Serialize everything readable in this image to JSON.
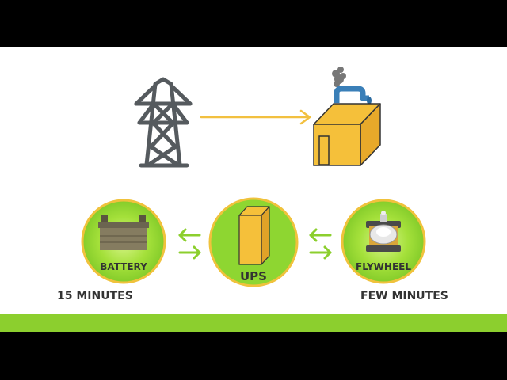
{
  "colors": {
    "letterbox": "#000000",
    "canvas": "#ffffff",
    "accent_green": "#8ccf2e",
    "arrow_green": "#8ccf2e",
    "arrow_yellow": "#f2c040",
    "building_yellow": "#f5c03a",
    "tower_gray": "#555a5e",
    "pipe_blue": "#3a7fb8",
    "circle_fill": "#8ed631",
    "circle_border": "#f0c23c",
    "text_dark": "#333333"
  },
  "top_row": {
    "source_icon": "transmission-tower-icon",
    "arrow_icon": "arrow-right-icon",
    "target_icon": "generator-building-icon"
  },
  "battery": {
    "icon": "battery-icon",
    "label": "BATTERY",
    "duration": "15 MINUTES"
  },
  "ups": {
    "icon": "ups-box-icon",
    "label": "UPS"
  },
  "flywheel": {
    "icon": "flywheel-icon",
    "label": "FLYWHEEL",
    "duration": "FEW MINUTES"
  }
}
